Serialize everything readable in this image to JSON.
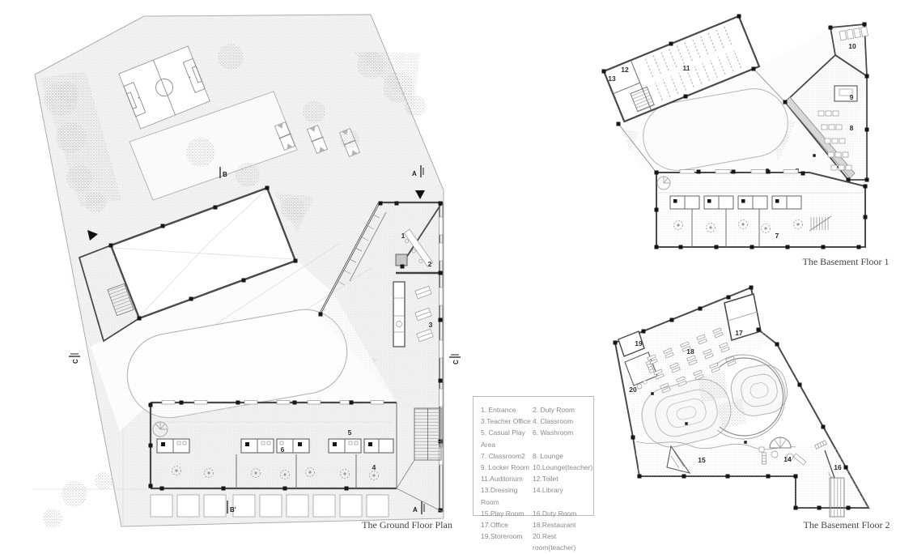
{
  "colors": {
    "wall": "#4a4a4a",
    "thin_line": "#949391",
    "site_fill_dot": "#dddcda",
    "column": "#161616",
    "legend_text": "#8b8b8b",
    "title_text": "#454545"
  },
  "legend": {
    "rows": [
      {
        "left": "1. Entrance",
        "right": "2. Duty Room"
      },
      {
        "left": "3.Teacher Office",
        "right": "4. Classroom"
      },
      {
        "left": "5. Casual Play Area",
        "right": "6. Washroom"
      },
      {
        "left": "7. Classroom2",
        "right": "8. Lounge"
      },
      {
        "left": "9. Locker Room",
        "right": "10.Lounge(teacher)"
      },
      {
        "left": "11.Auditorium",
        "right": "12.Toilet"
      },
      {
        "left": "13.Dressing Room",
        "right": "14.Library"
      },
      {
        "left": "15.Play Room",
        "right": "16.Duty Room"
      },
      {
        "left": "17.Office",
        "right": "18.Restaurant"
      },
      {
        "left": "19.Storeroom",
        "right": "20.Rest room(teacher)"
      }
    ]
  },
  "plans": {
    "ground": {
      "title": "The Ground Floor Plan",
      "room_labels": [
        {
          "n": "1"
        },
        {
          "n": "2"
        },
        {
          "n": "3"
        },
        {
          "n": "4"
        },
        {
          "n": "5"
        },
        {
          "n": "6"
        }
      ],
      "section_markers": [
        {
          "label": "B"
        },
        {
          "label": "A"
        },
        {
          "label": "C"
        },
        {
          "label": "C"
        },
        {
          "label": "A"
        },
        {
          "label": "B'"
        }
      ]
    },
    "basement1": {
      "title": "The Basement Floor 1",
      "room_labels": [
        {
          "n": "7"
        },
        {
          "n": "8"
        },
        {
          "n": "9"
        },
        {
          "n": "10"
        },
        {
          "n": "11"
        },
        {
          "n": "12"
        },
        {
          "n": "13"
        }
      ]
    },
    "basement2": {
      "title": "The Basement Floor 2",
      "room_labels": [
        {
          "n": "14"
        },
        {
          "n": "15"
        },
        {
          "n": "16"
        },
        {
          "n": "17"
        },
        {
          "n": "18"
        },
        {
          "n": "19"
        },
        {
          "n": "20"
        }
      ]
    }
  }
}
